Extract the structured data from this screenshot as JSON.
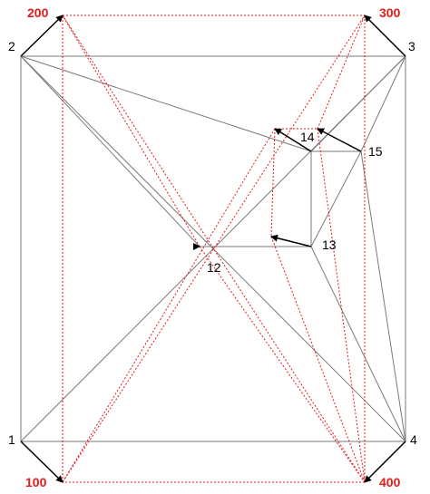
{
  "colors": {
    "background": "#ffffff",
    "edge": "#7a7a7a",
    "dashed": "#e31a1a",
    "arrow": "#000000",
    "red_label": "#e31a1a",
    "black_label": "#000000"
  },
  "diagram": {
    "labels": {
      "n1": "1",
      "n2": "2",
      "n3": "3",
      "n4": "4",
      "n12": "12",
      "n13": "13",
      "n14": "14",
      "n15": "15",
      "n100": "100",
      "n200": "200",
      "n300": "300",
      "n400": "400"
    }
  }
}
